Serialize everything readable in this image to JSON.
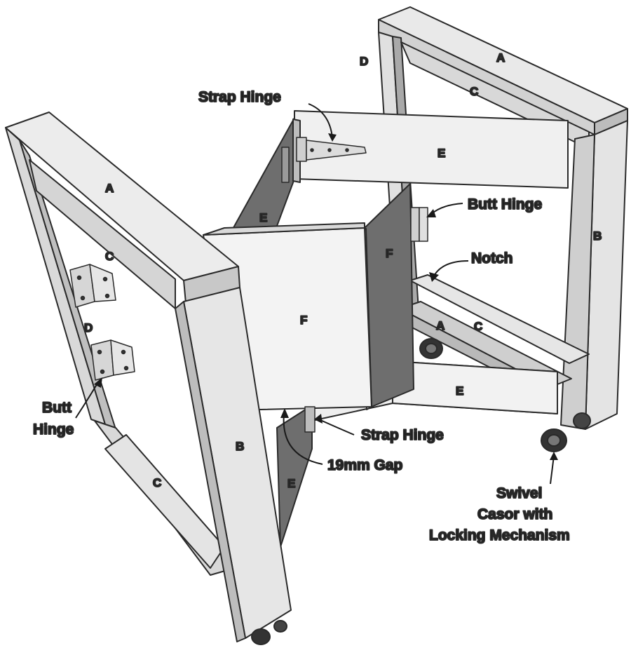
{
  "parts": {
    "a": "A",
    "b": "B",
    "c": "C",
    "d": "D",
    "e": "E",
    "f": "F"
  },
  "callouts": {
    "strap_hinge": "Strap Hinge",
    "butt_hinge": "Butt Hinge",
    "butt": "Butt",
    "hinge": "Hinge",
    "notch": "Notch",
    "gap": "19mm Gap",
    "swivel": "Swivel",
    "casor_with": "Casor with",
    "locking": "Locking Mechanism"
  },
  "colors": {
    "wood_light": "#e6e6e6",
    "wood_mid": "#cfcfcf",
    "wood_dark": "#8a8a8a",
    "panel_dark": "#6e6e6e",
    "outline": "#2a2a2a"
  }
}
